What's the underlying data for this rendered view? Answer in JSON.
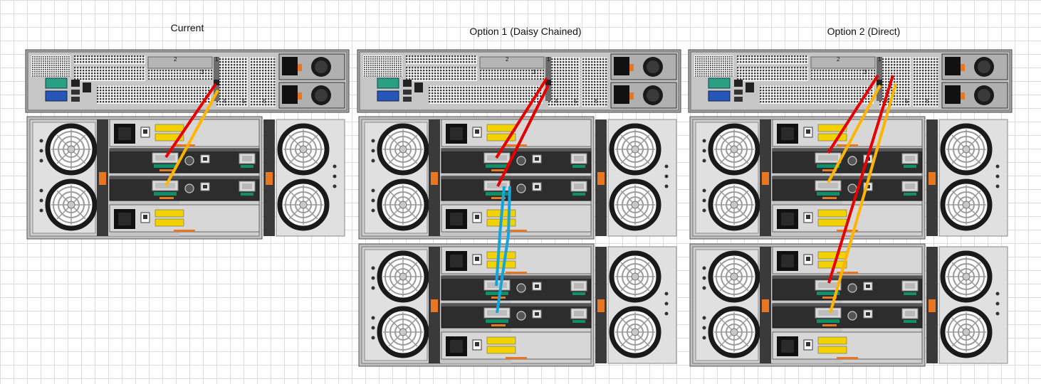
{
  "titles": {
    "current": "Current",
    "option1": "Option 1 (Daisy Chained)",
    "option2": "Option 2 (Direct)"
  },
  "server": {
    "riser_numbers": [
      "2",
      "3",
      "1",
      "4",
      "5",
      "6"
    ]
  },
  "cable_colors": {
    "red": "#e60000",
    "yellow": "#ffb400",
    "blue": "#14a5dc"
  },
  "icons": {
    "vga_port": "vga-port-icon",
    "usb_port": "usb-port-icon",
    "ethernet_port": "ethernet-port-icon",
    "fan": "fan-icon",
    "power_socket": "power-socket-icon",
    "warning": "warning-icon",
    "sas_port": "sas-port-icon"
  },
  "panels": {
    "current": {
      "server": true,
      "enclosures": 1,
      "cabling": "direct",
      "cables": [
        "red",
        "yellow"
      ]
    },
    "option1": {
      "server": true,
      "enclosures": 2,
      "cabling": "daisy-chained",
      "cables": [
        "red",
        "red",
        "blue",
        "blue"
      ]
    },
    "option2": {
      "server": true,
      "enclosures": 2,
      "cabling": "direct",
      "cables": [
        "red",
        "yellow",
        "red",
        "yellow"
      ]
    }
  }
}
